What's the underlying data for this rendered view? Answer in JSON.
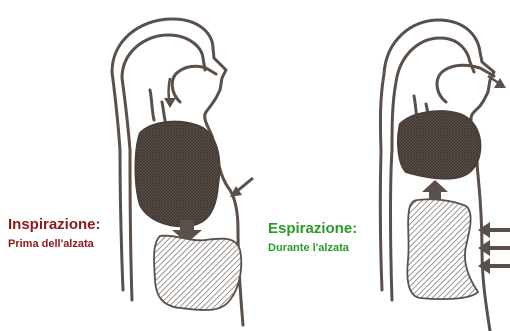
{
  "colors": {
    "line": "#5a5049",
    "inspiration_text": "#8b1a1a",
    "expiration_text": "#2a9b2a"
  },
  "inspiration": {
    "title": "Inspirazione:",
    "subtitle": "Prima dell'alzata"
  },
  "expiration": {
    "title": "Espirazione:",
    "subtitle": "Durante  l'alzata"
  }
}
